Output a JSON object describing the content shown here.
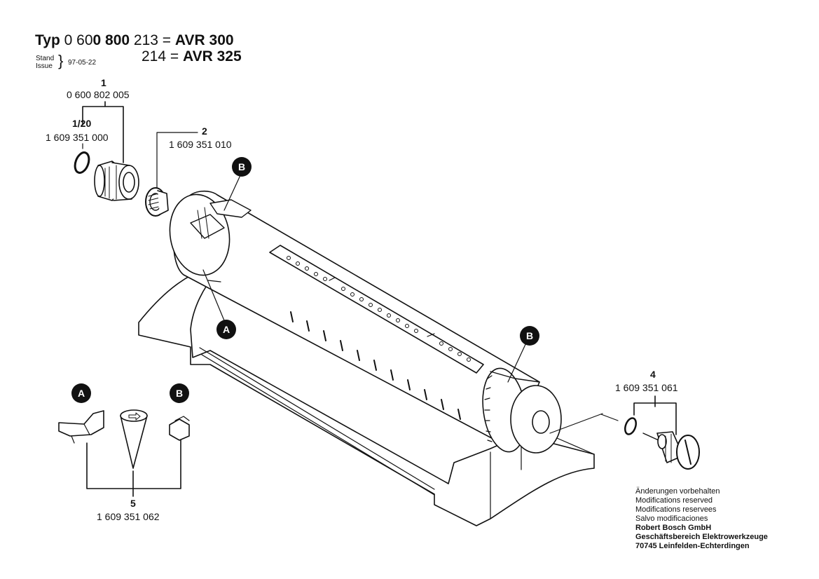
{
  "header": {
    "typ_label": "Typ",
    "code_prefix": "0 60",
    "code_bold": "0 800",
    "variants": [
      {
        "suffix": "213",
        "eq": "=",
        "model": "AVR 300"
      },
      {
        "suffix": "214",
        "eq": "=",
        "model": "AVR 325"
      }
    ],
    "stand": "Stand",
    "issue": "Issue",
    "brace": "}",
    "date": "97-05-22"
  },
  "parts": [
    {
      "num": "1",
      "part_no": "0 600 802 005"
    },
    {
      "num": "1/20",
      "part_no": "1 609 351 000"
    },
    {
      "num": "2",
      "part_no": "1 609 351 010"
    },
    {
      "num": "4",
      "part_no": "1 609 351 061"
    },
    {
      "num": "5",
      "part_no": "1 609 351 062"
    }
  ],
  "callouts": [
    "A",
    "B"
  ],
  "notes": {
    "lines": [
      "Änderungen vorbehalten",
      "Modifications reserved",
      "Modifications reservees",
      "Salvo modificaciones"
    ],
    "bold_lines": [
      "Robert Bosch GmbH",
      "Geschäftsbereich Elektrowerkzeuge",
      "70745 Leinfelden-Echterdingen"
    ]
  }
}
